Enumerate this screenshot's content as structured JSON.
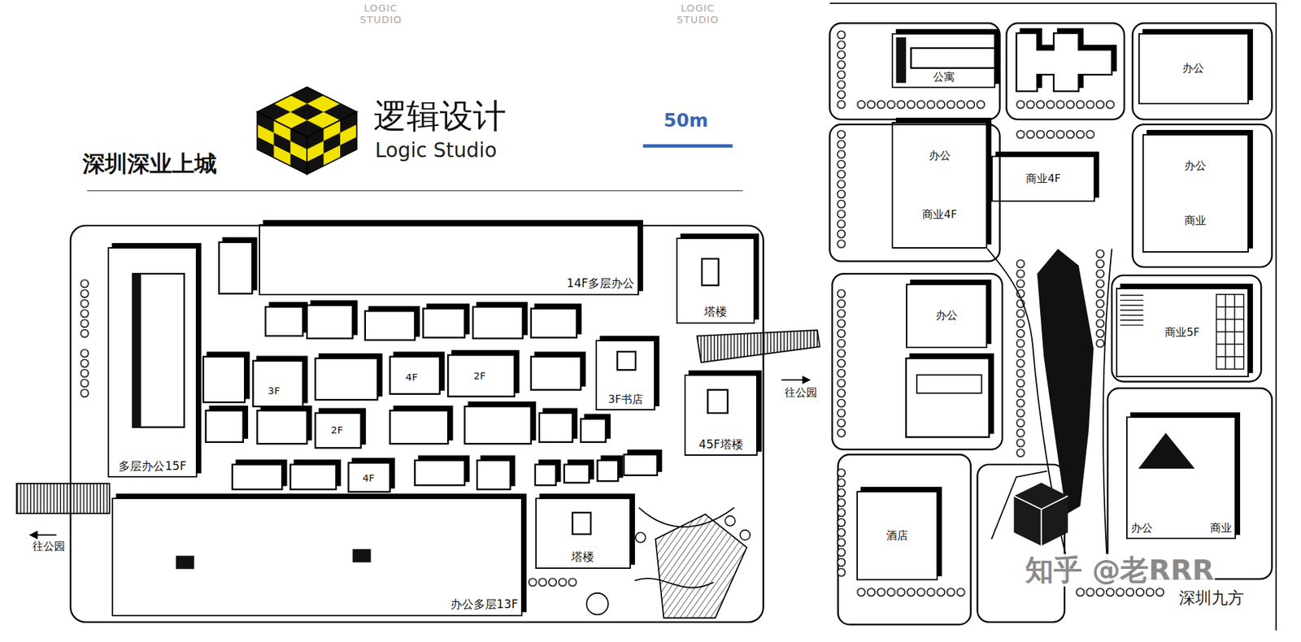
{
  "diagram": {
    "title": "深圳深业上城",
    "nodes": [
      {
        "text": [
          "14F多层办公"
        ]
      },
      {
        "text": [
          "塔楼"
        ]
      },
      {
        "text": [
          "多层办公15F"
        ]
      },
      {
        "text": [
          "3F书店"
        ]
      },
      {
        "text": [
          "45F塔楼"
        ]
      },
      {
        "text": [
          "办公多层13F"
        ]
      },
      {
        "text": [
          "塔楼"
        ]
      },
      {
        "text": [
          "公寓"
        ]
      },
      {
        "text": [
          "办公"
        ]
      },
      {
        "text": [
          "办公",
          "商业4F"
        ]
      },
      {
        "text": [
          "商业4F"
        ]
      },
      {
        "text": [
          "办公",
          "商业"
        ]
      },
      {
        "text": [
          "办公"
        ]
      },
      {
        "text": [
          "商业5F"
        ]
      },
      {
        "text": [
          "酒店"
        ]
      },
      {
        "text": [
          "办公",
          "商业"
        ]
      }
    ],
    "labels": [
      "LOGIC STUDIO",
      "LOGIC STUDIO",
      "逻辑设计",
      "Logic Studio",
      "50m",
      "3F",
      "4F",
      "2F",
      "2F",
      "4F",
      "往公园",
      "往公园",
      "知乎 @老RRR",
      "深圳九方"
    ]
  }
}
